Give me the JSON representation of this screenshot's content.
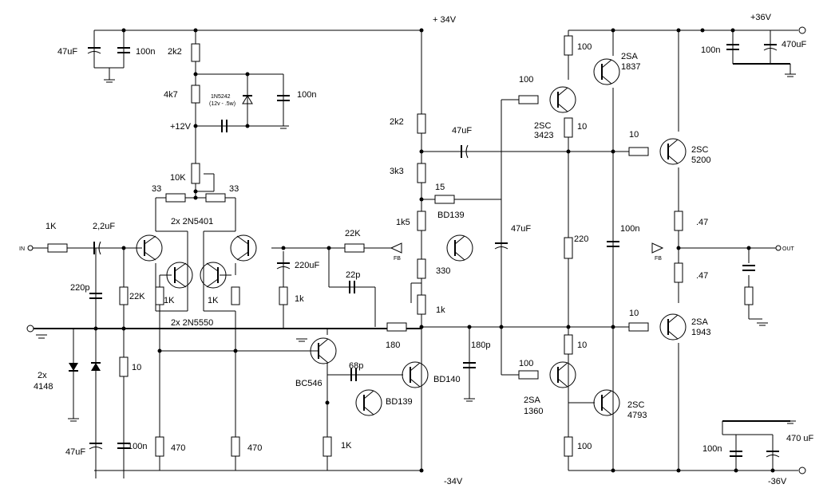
{
  "rails": {
    "pos_driver": "+ 34V",
    "neg_driver": "-34V",
    "pos_output": "+36V",
    "neg_output": "-36V"
  },
  "signals": {
    "input": "IN",
    "output": "OUT",
    "feedback": "FB"
  },
  "components": {
    "c_in_decouple_big": "47uF",
    "c_in_decouple_small": "100n",
    "r_2k2_top": "2k2",
    "r_4k7": "4k7",
    "zener": "1N5242",
    "zener_rating": "(12v - .5w)",
    "c_zener": "100n",
    "v_12": "+12V",
    "trim_10k": "10K",
    "r_33_left": "33",
    "r_33_right": "33",
    "pnp_pair": "2x 2N5401",
    "npn_pair": "2x 2N5550",
    "r_in": "1K",
    "c_in": "2,2uF",
    "r_22k_bias": "22K",
    "c_220p": "220p",
    "r_1k_left": "1K",
    "r_1k_right": "1K",
    "r_10_bias": "10",
    "diodes": "2x",
    "diodes_type": "4148",
    "c_lower_big": "47uF",
    "c_lower_small": "100n",
    "r_470_left": "470",
    "r_470_right": "470",
    "r_fb": "22K",
    "c_fb": "220uF",
    "r_fb_1k": "1k",
    "c_22p": "22p",
    "c_68p": "68p",
    "q_bc546": "BC546",
    "q_bd139_low": "BD139",
    "r_1k_vas": "1K",
    "q_bd140": "BD140",
    "r_180": "180",
    "r_2k2_vas": "2k2",
    "r_3k3": "3k3",
    "r_15": "15",
    "r_1k5": "1k5",
    "q_bd139_vbe": "BD139",
    "r_330": "330",
    "trim_1k": "1k",
    "c_180p": "180p",
    "c_47uF_mid": "47uF",
    "c_47uF_top": "47uF",
    "r_100_drv_top": "100",
    "q_2sc3423": "2SC",
    "q_2sc3423_num": "3423",
    "r_100_pre_top": "100",
    "q_2sa1837": "2SA",
    "q_2sa1837_num": "1837",
    "r_10_drv_top": "10",
    "r_10_out_top": "10",
    "q_2sc5200": "2SC",
    "q_2sc5200_num": "5200",
    "r_220": "220",
    "c_100n_mid": "100n",
    "r_047_top": ".47",
    "r_047_bot": ".47",
    "r_10_out_bot": "10",
    "q_2sa1943": "2SA",
    "q_2sa1943_num": "1943",
    "r_10_drv_bot": "10",
    "r_100_drv_bot": "100",
    "q_2sa1360": "2SA",
    "q_2sa1360_num": "1360",
    "q_2sc4793": "2SC",
    "q_2sc4793_num": "4793",
    "r_100_pre_bot": "100",
    "c_psu_top_small": "100n",
    "c_psu_top_big": "470uF",
    "c_psu_bot_small": "100n",
    "c_psu_bot_big": "470 uF"
  }
}
